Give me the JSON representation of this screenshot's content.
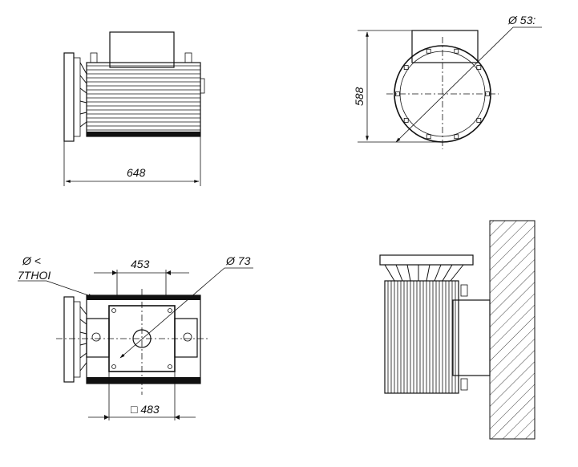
{
  "views": {
    "side": {
      "width_dim": "648"
    },
    "front": {
      "height_dim": "588",
      "diameter_dim": "Ø 53:"
    },
    "top": {
      "top_dim": "453",
      "diameter_dim": "Ø 73",
      "hole_note": "Ø <",
      "hole_note_2": "7THOI",
      "square_dim": "□ 483"
    },
    "mounted": {}
  }
}
